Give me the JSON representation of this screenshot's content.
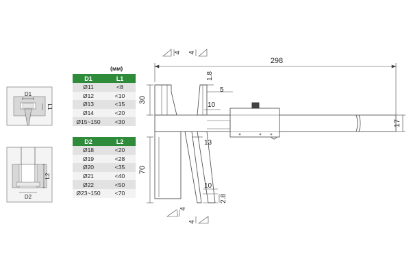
{
  "colors": {
    "header_green": "#2e8b3a",
    "row_dark": "#e2e2e2",
    "row_light": "#f3f3f3",
    "line": "#555555",
    "fill": "#e8e8e8"
  },
  "unit": "(мм)",
  "table1": {
    "headers": [
      "D1",
      "L1"
    ],
    "rows": [
      [
        "Ø11",
        "<8"
      ],
      [
        "Ø12",
        "<10"
      ],
      [
        "Ø13",
        "<15"
      ],
      [
        "Ø14",
        "<20"
      ],
      [
        "Ø15~150",
        "<30"
      ]
    ]
  },
  "table2": {
    "headers": [
      "D2",
      "L2"
    ],
    "rows": [
      [
        "Ø18",
        "<20"
      ],
      [
        "Ø19",
        "<28"
      ],
      [
        "Ø20",
        "<35"
      ],
      [
        "Ø21",
        "<40"
      ],
      [
        "Ø22",
        "<50"
      ],
      [
        "Ø23~150",
        "<70"
      ]
    ]
  },
  "inset_top": {
    "d_label": "D1",
    "l_label": "L1"
  },
  "inset_bottom": {
    "d_label": "D2",
    "l_label": "L2"
  },
  "dimensions": {
    "overall_length": "298",
    "beam_height": "17",
    "upper_jaw_height": "30",
    "lower_jaw_height": "70",
    "tip_height_top": "1.8",
    "tip_width_top": "5",
    "tip_offset_top": "10",
    "jaw_gap": "13",
    "tip_offset_bottom": "10",
    "tip_height_bottom": "2.8",
    "section_top_left": "4",
    "section_top_right": "4",
    "section_bottom": "4"
  }
}
